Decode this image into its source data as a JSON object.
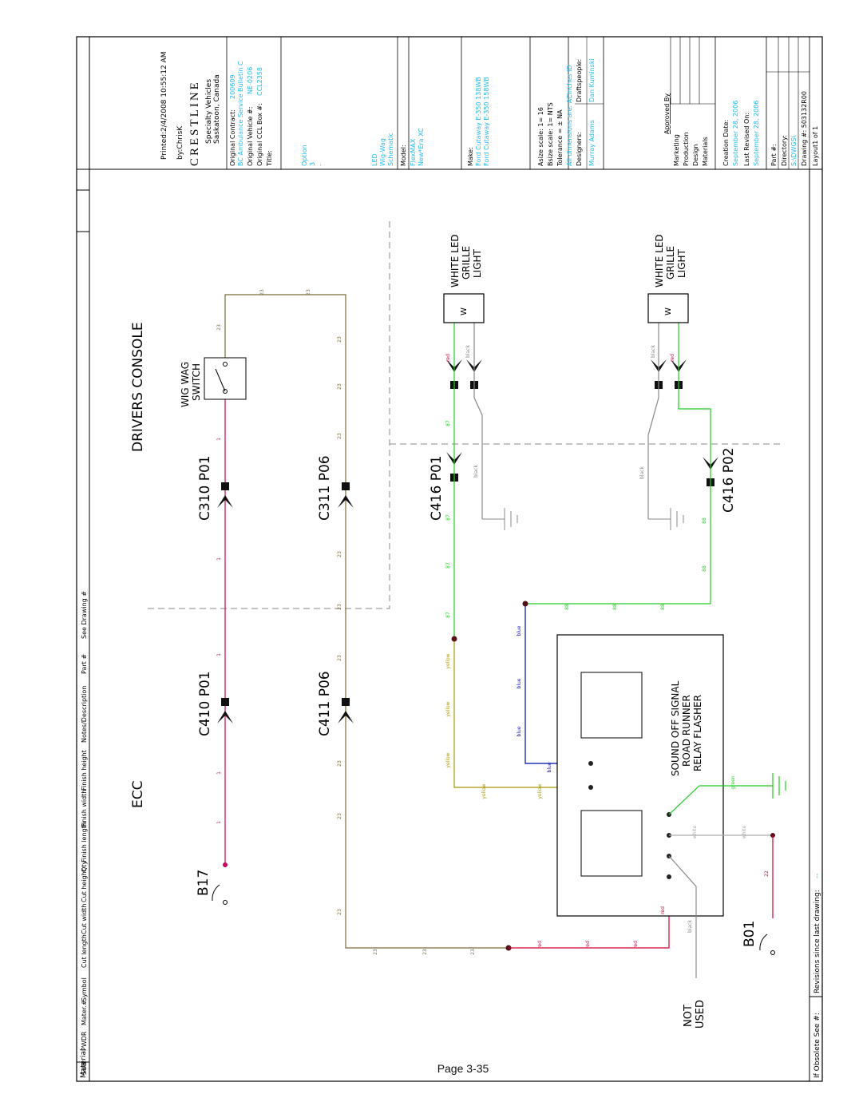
{
  "title_block": {
    "printed": "Printed:2/4/2008 10:55:12 AM",
    "by": "by:ChrisK",
    "logo": "CRESTLINE",
    "company": "Specialty Vehicles",
    "location": "Saskatoon, Canada",
    "original_contract_label": "Original Contract:",
    "original_contract_value": "200609",
    "original_contract_note": "BC Ambulance Service Bulletin C",
    "original_vehicle_label": "Original Vehicle #:",
    "original_vehicle_value": "NE-0206",
    "original_ccl_label": "Original CCL Box #:",
    "original_ccl_value": "CCL2358",
    "title_label": "Title:",
    "option_text": "Option",
    "option_number": "3",
    "option_dash": "-",
    "title_led": "LED",
    "title_wigwag": "Wig-Wag",
    "title_schematic": "Schematic",
    "model_label": "Model:",
    "model_1": "FlexMAX",
    "model_2": "New*Era XC",
    "make_label": "Make:",
    "make_1": "Ford Cutaway E-350 138WB",
    "make_2": "Ford Cutaway E-350 158WB",
    "asize": "Asize scale: 1= 16",
    "bsize": "Bsize scale: 1= NTS",
    "tolerance": "Tolerance = ± NA",
    "tolerance_note": "All dimensions are: ACinches ID",
    "designers_label": "Designers:",
    "draftspeople_label": "Draftspeople:",
    "designer_name": "Murray Adams",
    "draftsperson_name": "Dan Kuminski",
    "approved_by": "Approved By",
    "marketing": "Marketing",
    "production": "Production",
    "design": "Design",
    "materials": "Materials",
    "creation_label": "Creation Date:",
    "creation_date": "September 28, 2006",
    "revised_label": "Last Revised On:",
    "revised_date": "September 28, 2006",
    "part_label": "Part #:",
    "directory_label": "Directory:",
    "directory_value": "S:\\DWGS\\",
    "drawing_label": "Drawing #: 503132R00",
    "layout_label": "Layout1 of 1"
  },
  "bom_header": {
    "cols": [
      "SUB",
      "PWDR",
      "Mater.#",
      "Symbol",
      "Cut length",
      "Cut width",
      "Cut height",
      "Qty",
      "Finish length",
      "Finish width",
      "Finish height",
      "Notes/Description",
      "Part #",
      "See Drawing #"
    ],
    "material": "Material",
    "obsolete": "If Obsolete See #:",
    "revisions": "Revisions since last drawing:",
    "revisions_value": "--"
  },
  "schematic": {
    "section_drivers_console": "DRIVERS CONSOLE",
    "section_ecc": "ECC",
    "wig_wag_switch": [
      "WIG WAG",
      "SWITCH"
    ],
    "connectors": {
      "c310": "C310  P01",
      "c410": "C410  P01",
      "c311": "C311  P06",
      "c411": "C411  P06",
      "c416a": "C416  P01",
      "c416b": "C416  P02"
    },
    "grille_light_1": [
      "WHITE LED",
      "GRILLE",
      "LIGHT"
    ],
    "grille_light_2": [
      "WHITE LED",
      "GRILLE",
      "LIGHT"
    ],
    "light_symbol": "W",
    "flasher": [
      "SOUND OFF SIGNAL",
      "ROAD RUNNER",
      "RELAY FLASHER"
    ],
    "b17": "B17",
    "b01": "B01",
    "not_used": [
      "NOT",
      "USED"
    ],
    "wire_labels": {
      "w1": "1",
      "w23": "23",
      "w87": "87",
      "w88": "88",
      "w22": "22",
      "red": "red",
      "black": "black",
      "yellow": "yellow",
      "blue": "blue",
      "green": "green",
      "white": "white"
    }
  },
  "page_footer": "Page 3-35",
  "colors": {
    "wire_1": "#cc0055",
    "wire_23": "#7a6a3a",
    "wire_87": "#22cc22",
    "wire_88": "#22cc22",
    "wire_yellow": "#aa9900",
    "wire_blue": "#1515cc",
    "wire_black": "#888888",
    "wire_white": "#aaaaaa",
    "wire_red": "#cc0033",
    "cyan_text": "#22bbee"
  }
}
